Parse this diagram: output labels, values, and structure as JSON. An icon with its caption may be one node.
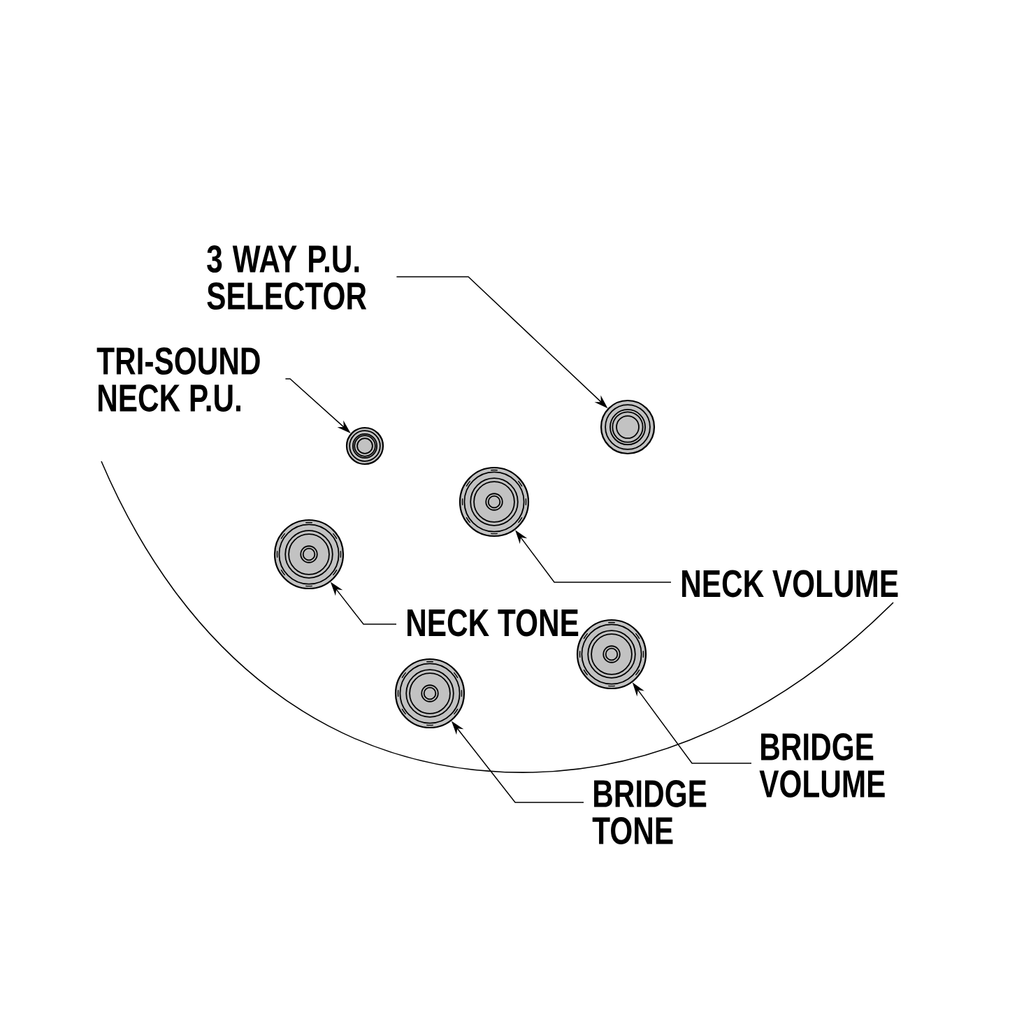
{
  "diagram": {
    "nodes": [
      {
        "text": [
          "3 WAY P.U. SELECTOR"
        ]
      },
      {
        "text": [],
        "shape": "circle"
      },
      {
        "text": [
          "TRI-SOUND NECK P.U."
        ]
      },
      {
        "text": [],
        "shape": "circle"
      },
      {
        "text": [],
        "shape": "circle"
      },
      {
        "text": [
          "NECK VOLUME"
        ]
      },
      {
        "text": [],
        "shape": "circle"
      },
      {
        "text": [
          "NECK TONE"
        ]
      },
      {
        "text": [],
        "shape": "circle"
      },
      {
        "text": [
          "BRIDGE VOLUME"
        ]
      },
      {
        "text": [],
        "shape": "circle"
      },
      {
        "text": [
          "BRIDGE TONE"
        ]
      }
    ],
    "edges": [
      {
        "from": 0,
        "to": 1,
        "arrow": "to"
      },
      {
        "from": 2,
        "to": 3,
        "arrow": "to"
      },
      {
        "from": 5,
        "to": 4,
        "arrow": "to"
      },
      {
        "from": 7,
        "to": 6,
        "arrow": "to"
      },
      {
        "from": 9,
        "to": 8,
        "arrow": "to"
      },
      {
        "from": 11,
        "to": 10,
        "arrow": "to"
      }
    ]
  }
}
